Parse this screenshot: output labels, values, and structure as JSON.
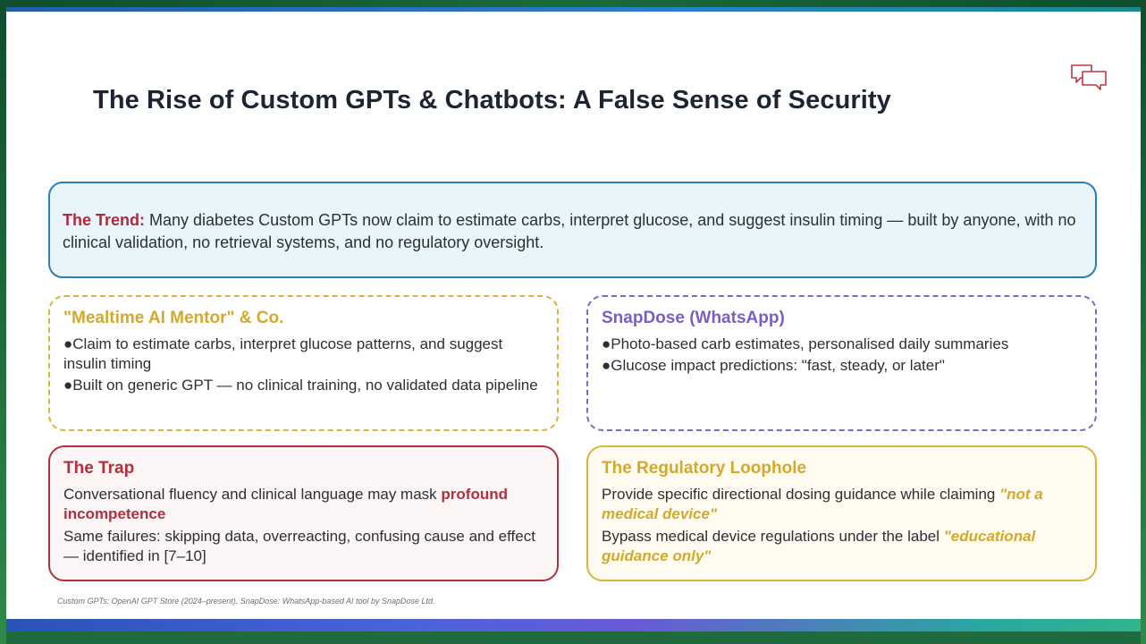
{
  "slide": {
    "title": "The Rise of Custom GPTs & Chatbots: A False Sense of Security",
    "icon": "chat-bubbles-icon"
  },
  "trend": {
    "label": "The Trend:",
    "text": " Many diabetes Custom GPTs now claim to estimate carbs, interpret glucose, and suggest insulin timing — built by anyone, with no clinical validation, no retrieval systems, and no regulatory oversight."
  },
  "mentor": {
    "heading": "\"Mealtime AI Mentor\" & Co.",
    "bullets": [
      "●Claim to estimate carbs, interpret glucose patterns, and suggest insulin timing",
      "●Built on generic GPT — no clinical training, no validated data pipeline"
    ]
  },
  "snapdose": {
    "heading": "SnapDose (WhatsApp)",
    "bullets": [
      "●Photo-based carb estimates, personalised daily summaries",
      "●Glucose impact predictions: \"fast, steady, or later\""
    ]
  },
  "trap": {
    "heading": "The Trap",
    "p1_text": "Conversational fluency and clinical language may mask ",
    "p1_emphasis": "profound incompetence",
    "p2_text": "Same failures: skipping data, overreacting, confusing cause and effect — identified in [7–10]"
  },
  "regulatory": {
    "heading": "The Regulatory Loophole",
    "p1_text": "Provide specific directional dosing guidance while claiming ",
    "p1_emphasis": "\"not a medical device\"",
    "p2_text": "Bypass medical device regulations under the label ",
    "p2_emphasis": "\"educational guidance only\""
  },
  "footnote": "Custom GPTs: OpenAI GPT Store (2024–present). SnapDose: WhatsApp-based AI tool by SnapDose Ltd.",
  "colors": {
    "title": "#1d2533",
    "red_accent": "#b0303e",
    "gold_accent": "#d4a92a",
    "purple_accent": "#7a5ec8",
    "blue_border": "#2a7fb8"
  }
}
